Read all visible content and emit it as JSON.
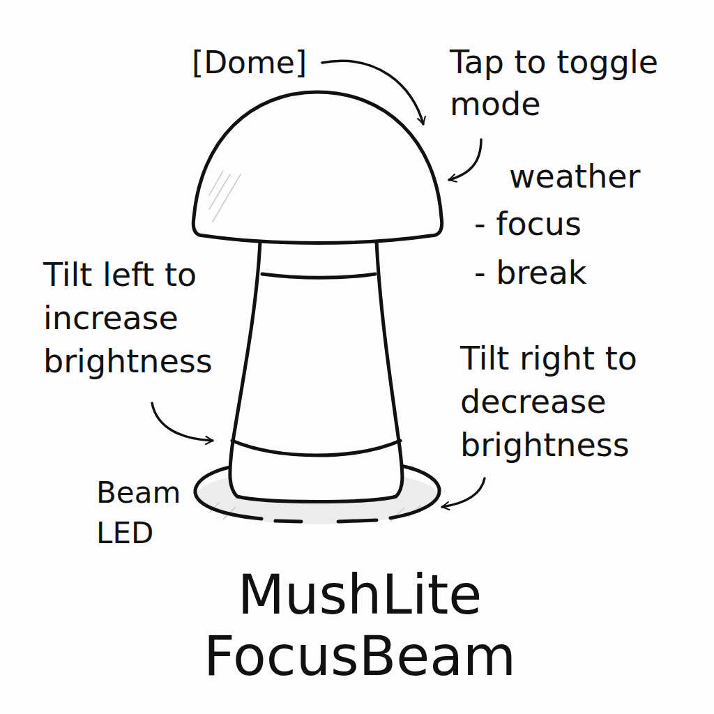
{
  "diagram": {
    "title": "MushLite FocusBeam",
    "labels": [
      "[Dome]",
      "Tap to toggle mode",
      "weather",
      "- focus",
      "- break",
      "Tilt left to increase brightness",
      "Tilt right to decrease brightness",
      "Beam LED"
    ]
  }
}
